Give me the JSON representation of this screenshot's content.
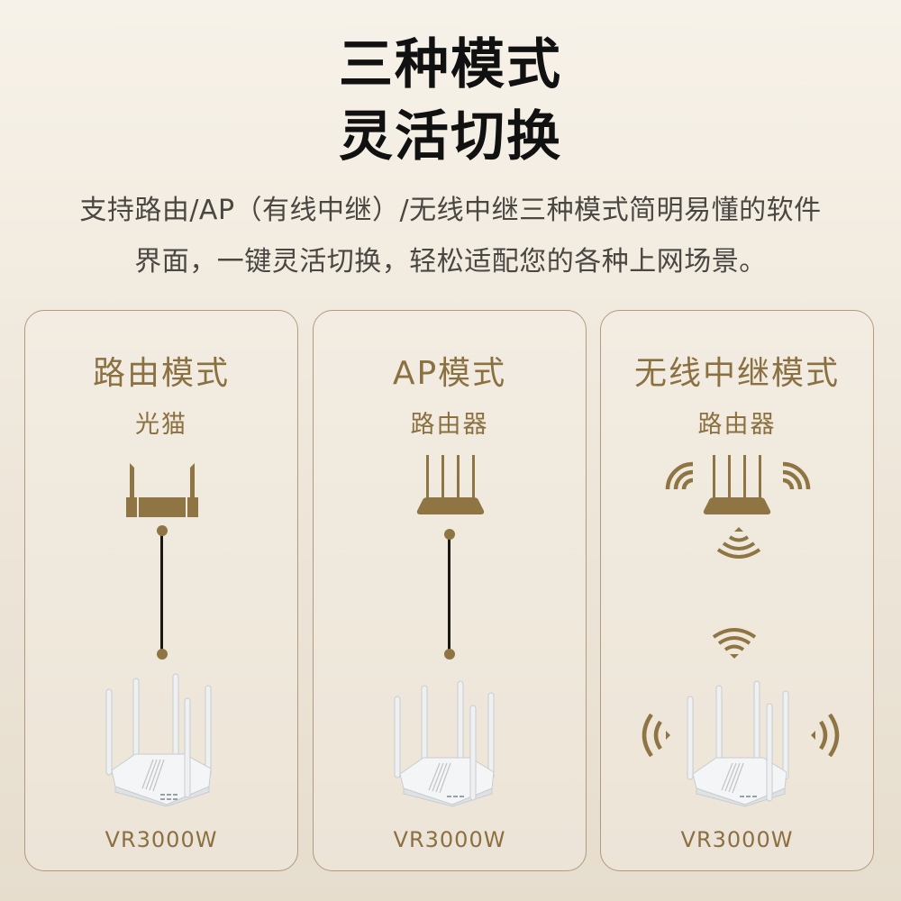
{
  "header": {
    "title_line1": "三种模式",
    "title_line2": "灵活切换",
    "description_line1": "支持路由/AP（有线中继）/无线中继三种模式简明易懂的软件",
    "description_line2": "界面，一键灵活切换，轻松适配您的各种上网场景。"
  },
  "colors": {
    "accent_gold": "#8f7544",
    "card_border": "#b49a78",
    "title_text": "#111111",
    "body_text": "#4a4642",
    "connector_line": "#1a1714"
  },
  "cards": [
    {
      "mode_title": "路由模式",
      "upstream_device": "光猫",
      "upstream_icon": "modem-icon",
      "connection": "wired",
      "model": "VR3000W"
    },
    {
      "mode_title": "AP模式",
      "upstream_device": "路由器",
      "upstream_icon": "router-icon",
      "connection": "wired",
      "model": "VR3000W"
    },
    {
      "mode_title": "无线中继模式",
      "upstream_device": "路由器",
      "upstream_icon": "router-icon",
      "connection": "wireless",
      "model": "VR3000W"
    }
  ]
}
